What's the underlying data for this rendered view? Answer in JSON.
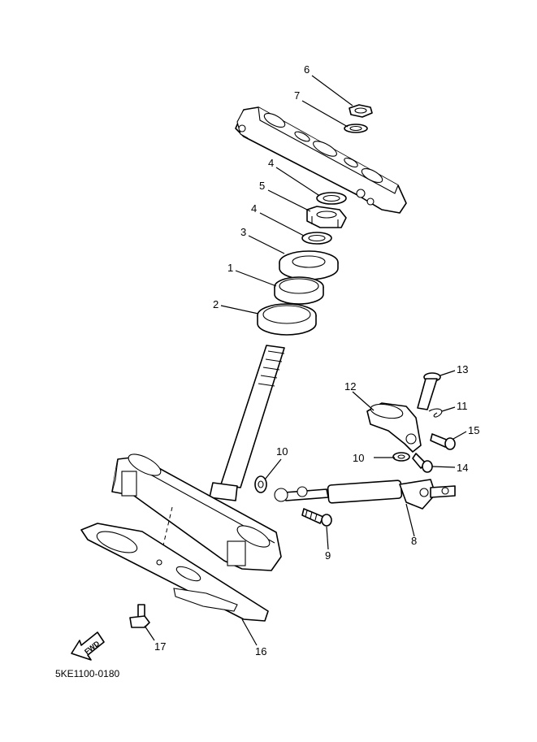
{
  "diagram_code": "5KE1100-0180",
  "fwd_label": "FWD",
  "callouts": {
    "c1": "1",
    "c2": "2",
    "c3": "3",
    "c4a": "4",
    "c4b": "4",
    "c5": "5",
    "c6": "6",
    "c7": "7",
    "c8": "8",
    "c9": "9",
    "c10a": "10",
    "c10b": "10",
    "c11": "11",
    "c12": "12",
    "c13": "13",
    "c14": "14",
    "c15": "15",
    "c16": "16",
    "c17": "17"
  }
}
